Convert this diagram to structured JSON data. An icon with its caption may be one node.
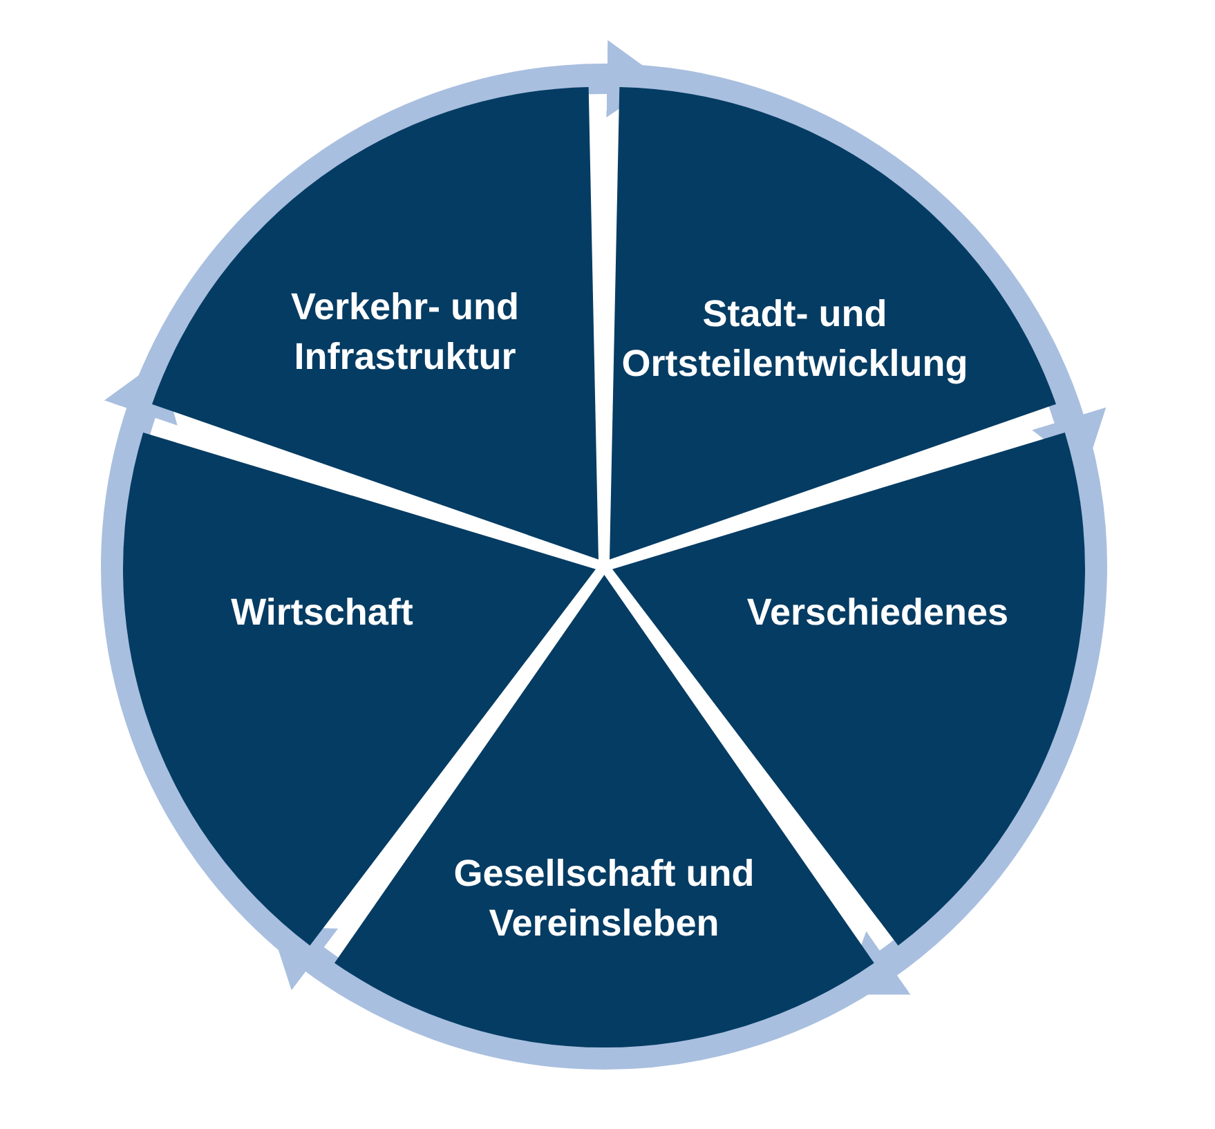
{
  "diagram": {
    "nodes": [
      {
        "text": [
          "Verkehr- und Infrastruktur"
        ]
      },
      {
        "text": [
          "Stadt- und Ortsteilentwicklung"
        ]
      },
      {
        "text": [
          "Wirtschaft"
        ]
      },
      {
        "text": [
          "Verschiedenes"
        ]
      },
      {
        "text": [
          "Gesellschaft und Vereinsleben"
        ]
      }
    ],
    "edges": [
      {
        "from": 0,
        "to": 1,
        "arrow": "to"
      },
      {
        "from": 1,
        "to": 3,
        "arrow": "to"
      },
      {
        "from": 3,
        "to": 4,
        "arrow": "to"
      },
      {
        "from": 4,
        "to": 2,
        "arrow": "to"
      },
      {
        "from": 2,
        "to": 0,
        "arrow": "to"
      }
    ]
  }
}
